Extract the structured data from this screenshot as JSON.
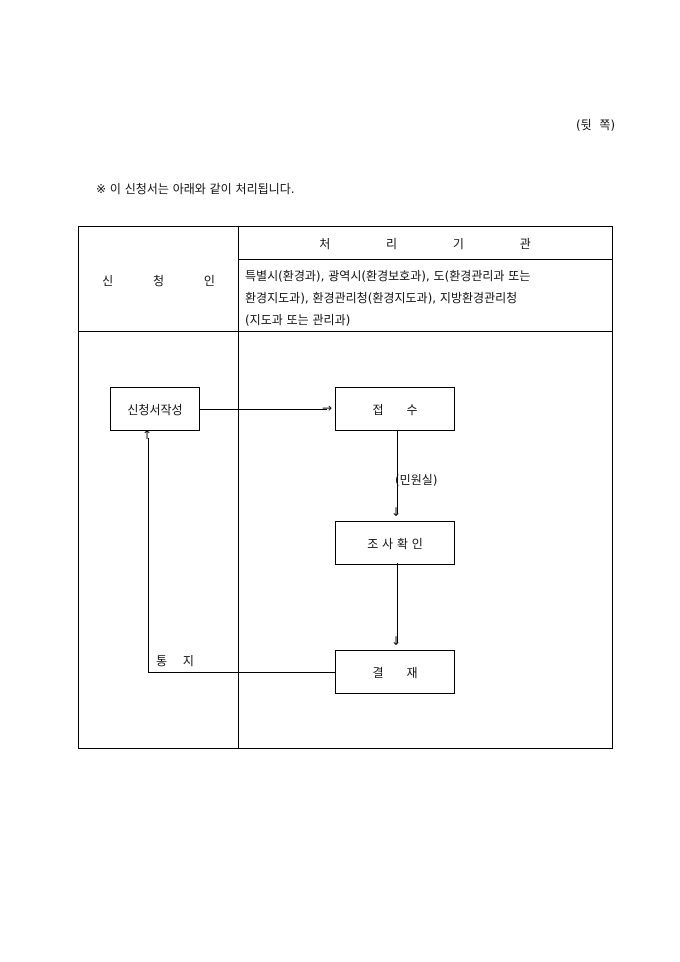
{
  "page_side_label": "(뒷  쪽)",
  "notice": "※ 이 신청서는 아래와 같이 처리됩니다.",
  "table": {
    "applicant_header": "신 청 인",
    "agency_header": "처 리 기 관",
    "agency_lines": [
      "특별시(환경과), 광역시(환경보호과), 도(환경관리과 또는",
      "환경지도과), 환경관리청(환경지도과), 지방환경관리청",
      "(지도과 또는 관리과)"
    ]
  },
  "flow": {
    "write_application": "신청서작성",
    "receipt": "접      수",
    "receipt_via": "(민원실)",
    "investigation": "조 사 확 인",
    "approval": "결      재",
    "notification": "통 지"
  }
}
